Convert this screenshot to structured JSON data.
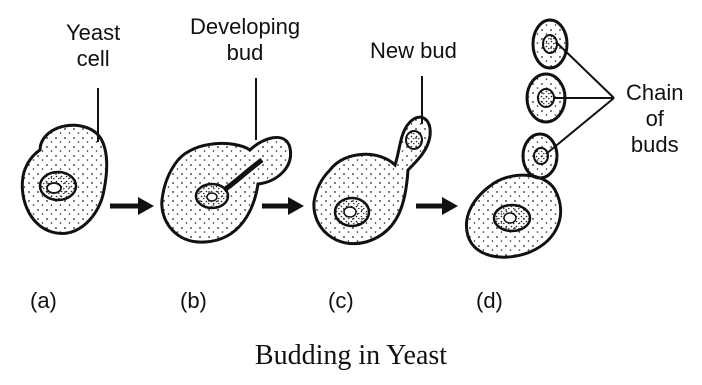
{
  "labels": {
    "yeast_cell": [
      "Yeast",
      "cell"
    ],
    "developing_bud": [
      "Developing",
      "bud"
    ],
    "new_bud": "New bud",
    "chain_of_buds": [
      "Chain",
      "of",
      "buds"
    ]
  },
  "stages": [
    "(a)",
    "(b)",
    "(c)",
    "(d)"
  ],
  "caption": "Budding in Yeast",
  "colors": {
    "ink": "#111111",
    "background": "#ffffff"
  }
}
